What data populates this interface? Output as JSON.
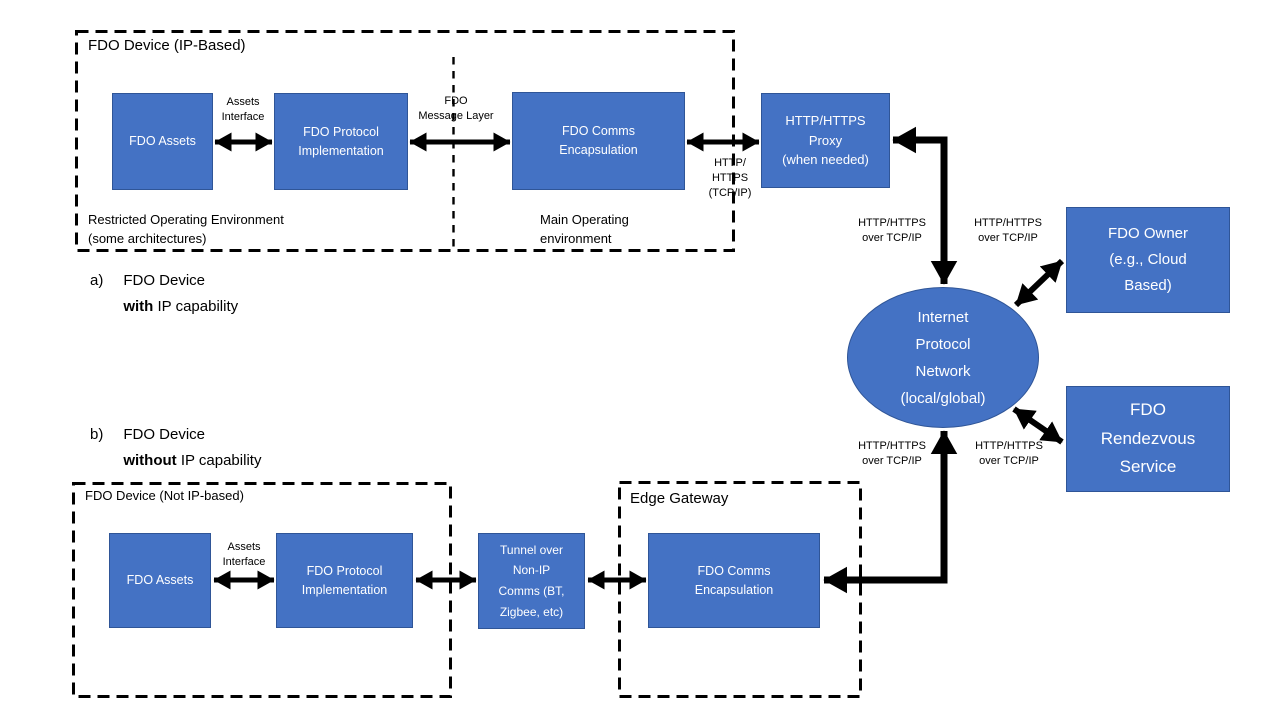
{
  "colors": {
    "box_fill": "#4472C4",
    "box_border": "#2F5597",
    "arrow": "#000000",
    "text_on_blue": "#FFFFFF"
  },
  "section_a": {
    "container_label": "FDO Device (IP-Based)",
    "restricted_env_label": "Restricted Operating Environment\n(some architectures)",
    "main_env_label": "Main Operating\nenvironment",
    "boxes": {
      "assets": "FDO Assets",
      "protocol": "FDO Protocol\nImplementation",
      "comms": "FDO Comms\nEncapsulation",
      "proxy": "HTTP/HTTPS\nProxy\n(when needed)"
    },
    "labels": {
      "assets_interface": "Assets\nInterface",
      "message_layer": "FDO\nMessage Layer",
      "http_tcpip": "HTTP/\nHTTPS\n(TCP/IP)"
    },
    "caption": {
      "prefix": "a)",
      "line1": "FDO Device",
      "bold_word": "with",
      "rest": " IP capability"
    }
  },
  "section_b": {
    "caption": {
      "prefix": "b)",
      "line1": "FDO Device",
      "bold_word": "without",
      "rest": " IP capability"
    },
    "container_label": "FDO Device (Not IP-based)",
    "boxes": {
      "assets": "FDO Assets",
      "protocol": "FDO Protocol\nImplementation",
      "tunnel": "Tunnel over\nNon-IP\nComms (BT,\nZigbee, etc)"
    },
    "labels": {
      "assets_interface": "Assets\nInterface"
    },
    "edge_gateway": {
      "container_label": "Edge Gateway",
      "comms": "FDO Comms\nEncapsulation"
    }
  },
  "network": {
    "label": "Internet\nProtocol\nNetwork\n(local/global)"
  },
  "owner": {
    "label": "FDO Owner\n(e.g., Cloud\nBased)"
  },
  "rendezvous": {
    "label": "FDO\nRendezvous\nService"
  },
  "connection_labels": {
    "top_left": "HTTP/HTTPS\nover TCP/IP",
    "top_right": "HTTP/HTTPS\nover TCP/IP",
    "bottom_left": "HTTP/HTTPS\nover TCP/IP",
    "bottom_right": "HTTP/HTTPS\nover TCP/IP"
  }
}
